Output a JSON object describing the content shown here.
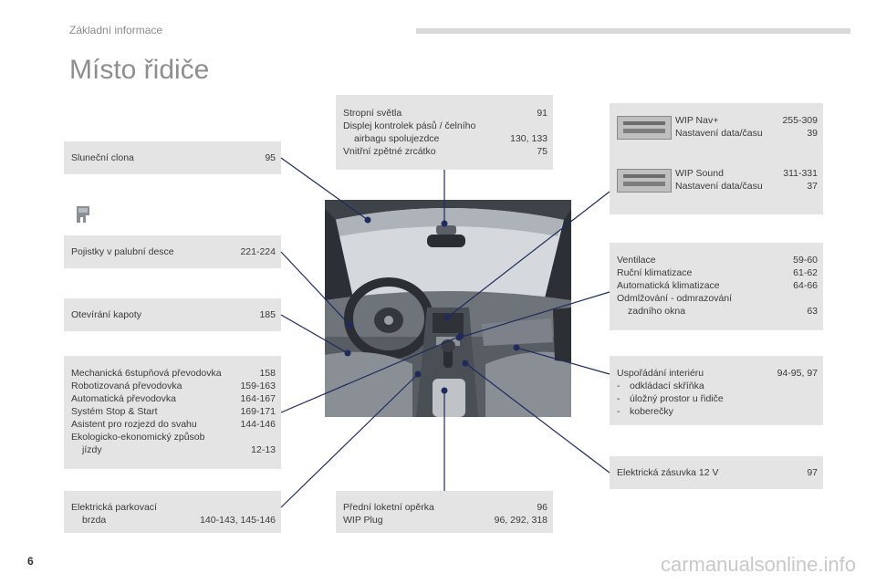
{
  "header": {
    "section": "Základní informace",
    "title": "Místo řidiče"
  },
  "boxes": {
    "sun_visor": {
      "label": "Sluneční clona",
      "page": "95"
    },
    "fuses": {
      "label": "Pojistky v palubní desce",
      "page": "221-224"
    },
    "bonnet": {
      "label": "Otevírání kapoty",
      "page": "185"
    },
    "gearbox": [
      {
        "label": "Mechanická 6stupňová převodovka",
        "page": "158"
      },
      {
        "label": "Robotizovaná převodovka",
        "page": "159-163"
      },
      {
        "label": "Automatická převodovka",
        "page": "164-167"
      },
      {
        "label": "Systém Stop & Start",
        "page": "169-171"
      },
      {
        "label": "Asistent pro rozjezd do svahu",
        "page": "144-146"
      },
      {
        "label": "Ekologicko-ekonomický způsob",
        "page": ""
      },
      {
        "label": "jízdy",
        "page": "12-13"
      }
    ],
    "parking_brake": {
      "label1": "Elektrická parkovací",
      "label2": "brzda",
      "page": "140-143, 145-146"
    },
    "ceiling": {
      "r1_label": "Stropní světla",
      "r1_page": "91",
      "r2_label": "Displej kontrolek pásů / čelního",
      "r3_label": "airbagu spolujezdce",
      "r3_page": "130, 133",
      "r4_label": "Vnitřní zpětné zrcátko",
      "r4_page": "75"
    },
    "armrest": {
      "r1_label": "Přední loketní opěrka",
      "r1_page": "96",
      "r2_label": "WIP Plug",
      "r2_page": "96, 292, 318"
    },
    "nav": {
      "n1_label": "WIP Nav+",
      "n1_page": "255-309",
      "n2_label": "Nastavení data/času",
      "n2_page": "39",
      "s1_label": "WIP Sound",
      "s1_page": "311-331",
      "s2_label": "Nastavení data/času",
      "s2_page": "37"
    },
    "ventilation": [
      {
        "label": "Ventilace",
        "page": "59-60"
      },
      {
        "label": "Ruční klimatizace",
        "page": "61-62"
      },
      {
        "label": "Automatická klimatizace",
        "page": "64-66"
      },
      {
        "label": "Odmlžování - odmrazování",
        "page": ""
      },
      {
        "label": "zadního okna",
        "page": "63"
      }
    ],
    "interior": {
      "label": "Uspořádání interiéru",
      "page": "94-95, 97",
      "items": [
        "odkládací skříňka",
        "úložný prostor u řidiče",
        "koberečky"
      ],
      "dash": "-"
    },
    "socket": {
      "label": "Elektrická zásuvka 12 V",
      "page": "97"
    }
  },
  "footer": {
    "page_number": "6",
    "url": "carmanualsonline.info"
  }
}
